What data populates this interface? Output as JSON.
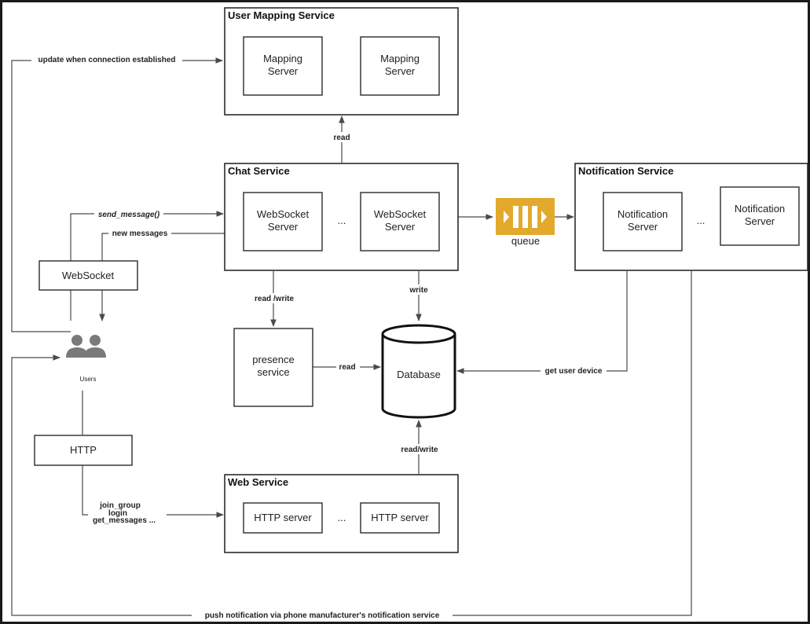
{
  "groups": {
    "user_mapping": {
      "title": "User Mapping Service",
      "servers": [
        [
          "Mapping",
          "Server"
        ],
        [
          "Mapping",
          "Server"
        ]
      ]
    },
    "chat": {
      "title": "Chat Service",
      "servers": [
        [
          "WebSocket",
          "Server"
        ],
        [
          "WebSocket",
          "Server"
        ]
      ],
      "ellipsis": "..."
    },
    "notification": {
      "title": "Notification Service",
      "servers": [
        [
          "Notification",
          "Server"
        ],
        [
          "Notification",
          "Server"
        ]
      ],
      "ellipsis": "..."
    },
    "web": {
      "title": "Web Service",
      "servers": [
        "HTTP server",
        "HTTP server"
      ],
      "ellipsis": "..."
    }
  },
  "nodes": {
    "websocket": "WebSocket",
    "http": "HTTP",
    "users": "Users",
    "presence": [
      "presence",
      "service"
    ],
    "database": "Database",
    "queue": "queue"
  },
  "edges": {
    "update_when_connected": "update when connection established",
    "read_mapping": "read",
    "send_message": "send_message()",
    "new_messages": "new messages",
    "read_write_presence": "read /write",
    "write_db": "write",
    "presence_read": "read",
    "get_user_device": "get user device",
    "web_read_write": "read/write",
    "join_group": "join_group",
    "login": "login",
    "get_messages": "get_messages ...",
    "push_notification": "push notification via phone manufacturer's notification service"
  },
  "colors": {
    "background": "#ffffff",
    "frame": "#1a1a1a",
    "queue": "#e2a92d",
    "stroke": "#2b2b2b",
    "users_icon": "#7a7a7a"
  }
}
